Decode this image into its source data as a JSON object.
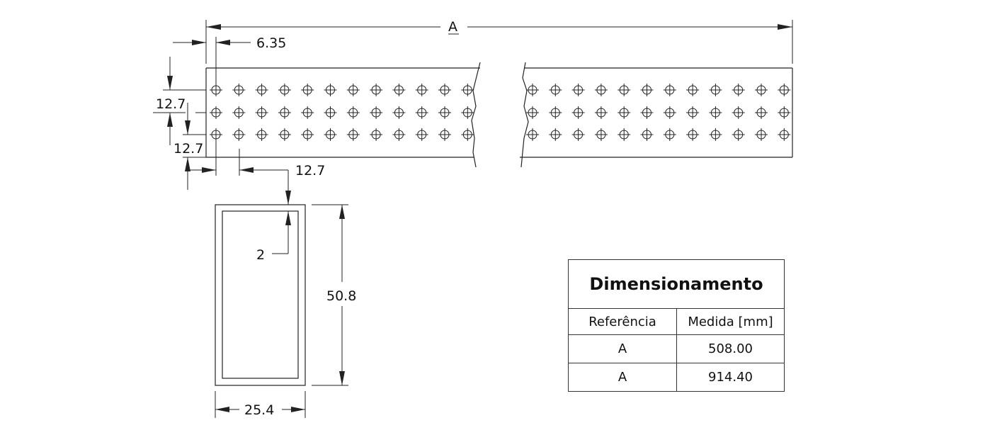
{
  "dimensions": {
    "overall_length": "A",
    "edge_to_first_hole": "6.35",
    "row_spacing_upper": "12.7",
    "row_spacing_lower": "12.7",
    "hole_pitch": "12.7",
    "wall_thickness": "2",
    "section_height": "50.8",
    "section_width": "25.4"
  },
  "hole_grid": {
    "rows": 3,
    "columns_left_segment": 12,
    "columns_right_segment": 12
  },
  "table": {
    "title": "Dimensionamento",
    "headers": [
      "Referência",
      "Medida [mm]"
    ],
    "rows": [
      [
        "A",
        "508.00"
      ],
      [
        "A",
        "914.40"
      ]
    ]
  }
}
